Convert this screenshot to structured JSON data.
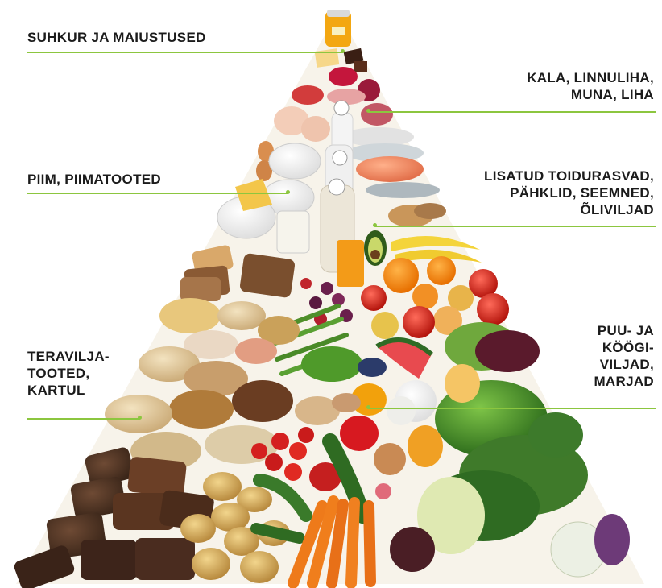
{
  "colors": {
    "leader": "#8cc63f",
    "text": "#1b1b1b",
    "background": "#ffffff"
  },
  "labels": {
    "sugar": {
      "lines": [
        "SUHKUR JA MAIUSTUSED"
      ]
    },
    "protein": {
      "lines": [
        "KALA, LINNULIHA,",
        "MUNA, LIHA"
      ]
    },
    "dairy": {
      "lines": [
        "PIIM, PIIMATOOTED"
      ]
    },
    "fats": {
      "lines": [
        "LISATUD TOIDURASVAD,",
        "PÄHKLID, SEEMNED,",
        "ÕLIVILJAD"
      ]
    },
    "grains": {
      "lines": [
        "TERAVILJA-",
        "TOOTED,",
        "KARTUL"
      ]
    },
    "produce": {
      "lines": [
        "PUU- JA",
        "KÖÖGI-",
        "VILJAD,",
        "MARJAD"
      ]
    }
  },
  "food_items": [
    "honey-jar-image",
    "chocolate-image",
    "sweets-image",
    "chicken-image",
    "meat-image",
    "eggs-image",
    "fish-image",
    "milk-bottle-image",
    "cheese-image",
    "yogurt-image",
    "avocado-image",
    "banana-image",
    "orange-juice-image",
    "bread-image",
    "grains-image",
    "potatoes-image",
    "carrots-image",
    "tomatoes-image",
    "pepper-image",
    "cucumber-image",
    "cauliflower-image",
    "kale-image",
    "cabbage-image",
    "apples-image",
    "grapes-image",
    "watermelon-image",
    "beet-image",
    "green-beans-image",
    "peas-image",
    "lettuce-image"
  ]
}
